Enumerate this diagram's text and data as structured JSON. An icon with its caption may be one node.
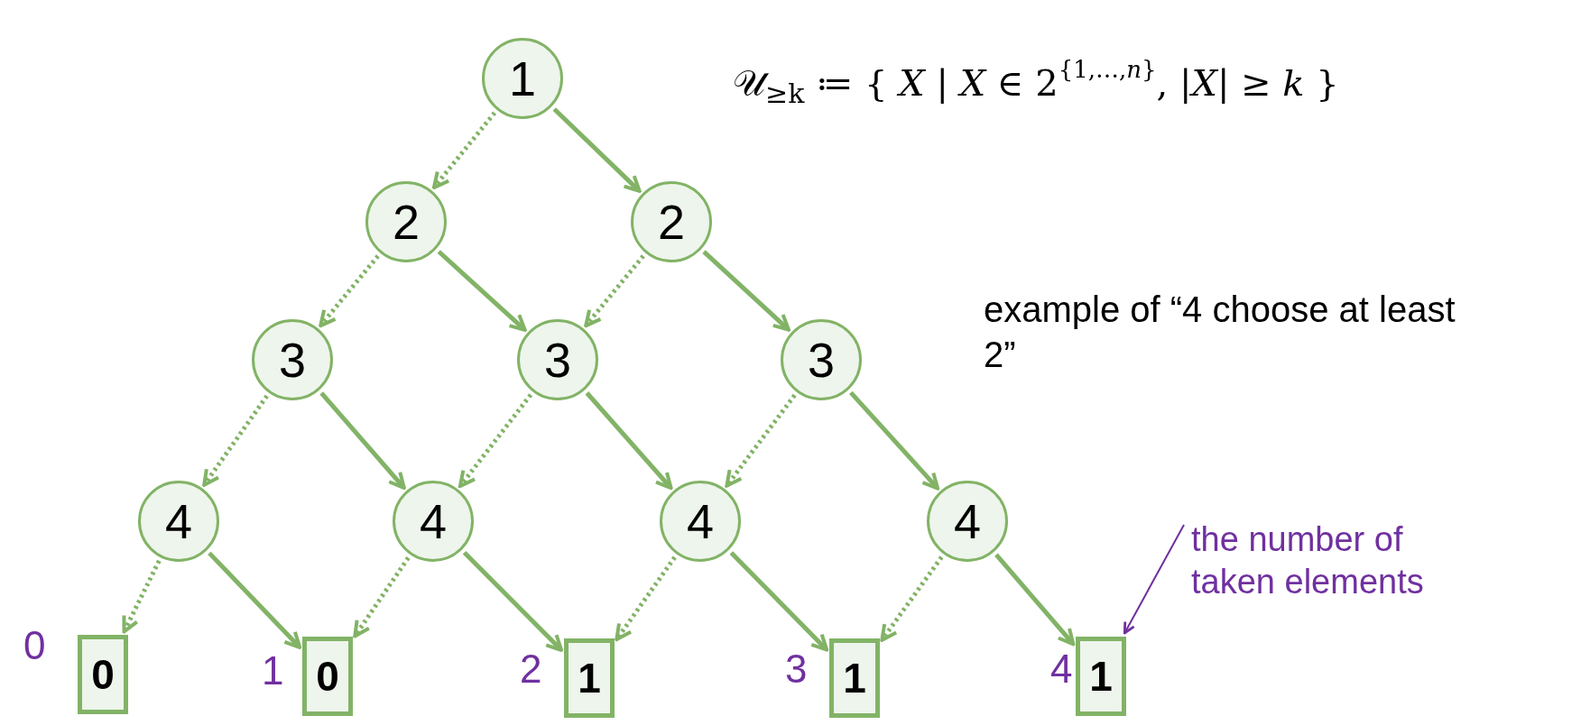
{
  "diagram": {
    "nodes": [
      {
        "text": [
          "1"
        ]
      },
      {
        "text": [
          "2"
        ]
      },
      {
        "text": [
          "2"
        ]
      },
      {
        "text": [
          "3"
        ]
      },
      {
        "text": [
          "3"
        ]
      },
      {
        "text": [
          "3"
        ]
      },
      {
        "text": [
          "4"
        ]
      },
      {
        "text": [
          "4"
        ]
      },
      {
        "text": [
          "4"
        ]
      },
      {
        "text": [
          "4"
        ]
      },
      {
        "text": [
          "0"
        ],
        "beside": [
          "0"
        ]
      },
      {
        "text": [
          "0"
        ],
        "beside": [
          "1"
        ]
      },
      {
        "text": [
          "1"
        ],
        "beside": [
          "2"
        ]
      },
      {
        "text": [
          "1"
        ],
        "beside": [
          "3"
        ]
      },
      {
        "text": [
          "1"
        ],
        "beside": [
          "4"
        ]
      },
      {
        "text": [
          "the number of taken elements"
        ]
      }
    ],
    "edges": [
      {
        "from": 0,
        "to": 1,
        "arrow": "to",
        "style": "dashed"
      },
      {
        "from": 0,
        "to": 2,
        "arrow": "to"
      },
      {
        "from": 1,
        "to": 3,
        "arrow": "to",
        "style": "dashed"
      },
      {
        "from": 1,
        "to": 4,
        "arrow": "to"
      },
      {
        "from": 2,
        "to": 4,
        "arrow": "to",
        "style": "dashed"
      },
      {
        "from": 2,
        "to": 5,
        "arrow": "to"
      },
      {
        "from": 3,
        "to": 6,
        "arrow": "to",
        "style": "dashed"
      },
      {
        "from": 3,
        "to": 7,
        "arrow": "to"
      },
      {
        "from": 4,
        "to": 7,
        "arrow": "to",
        "style": "dashed"
      },
      {
        "from": 4,
        "to": 8,
        "arrow": "to"
      },
      {
        "from": 5,
        "to": 8,
        "arrow": "to",
        "style": "dashed"
      },
      {
        "from": 5,
        "to": 9,
        "arrow": "to"
      },
      {
        "from": 6,
        "to": 10,
        "arrow": "to",
        "style": "dashed"
      },
      {
        "from": 6,
        "to": 11,
        "arrow": "to"
      },
      {
        "from": 7,
        "to": 11,
        "arrow": "to",
        "style": "dashed"
      },
      {
        "from": 7,
        "to": 12,
        "arrow": "to"
      },
      {
        "from": 8,
        "to": 12,
        "arrow": "to",
        "style": "dashed"
      },
      {
        "from": 8,
        "to": 13,
        "arrow": "to"
      },
      {
        "from": 9,
        "to": 13,
        "arrow": "to",
        "style": "dashed"
      },
      {
        "from": 9,
        "to": 14,
        "arrow": "to"
      },
      {
        "from": 15,
        "to": 14,
        "arrow": "to",
        "color": "#7030a0"
      }
    ],
    "labels": [
      "𝒰$_{≥k}$ ≔ { *X* | *X* ∈ 2",
      "{1,…,*n*}",
      ", |*X*| ≥ *k* }",
      "example of “4 choose at least 2”"
    ]
  }
}
